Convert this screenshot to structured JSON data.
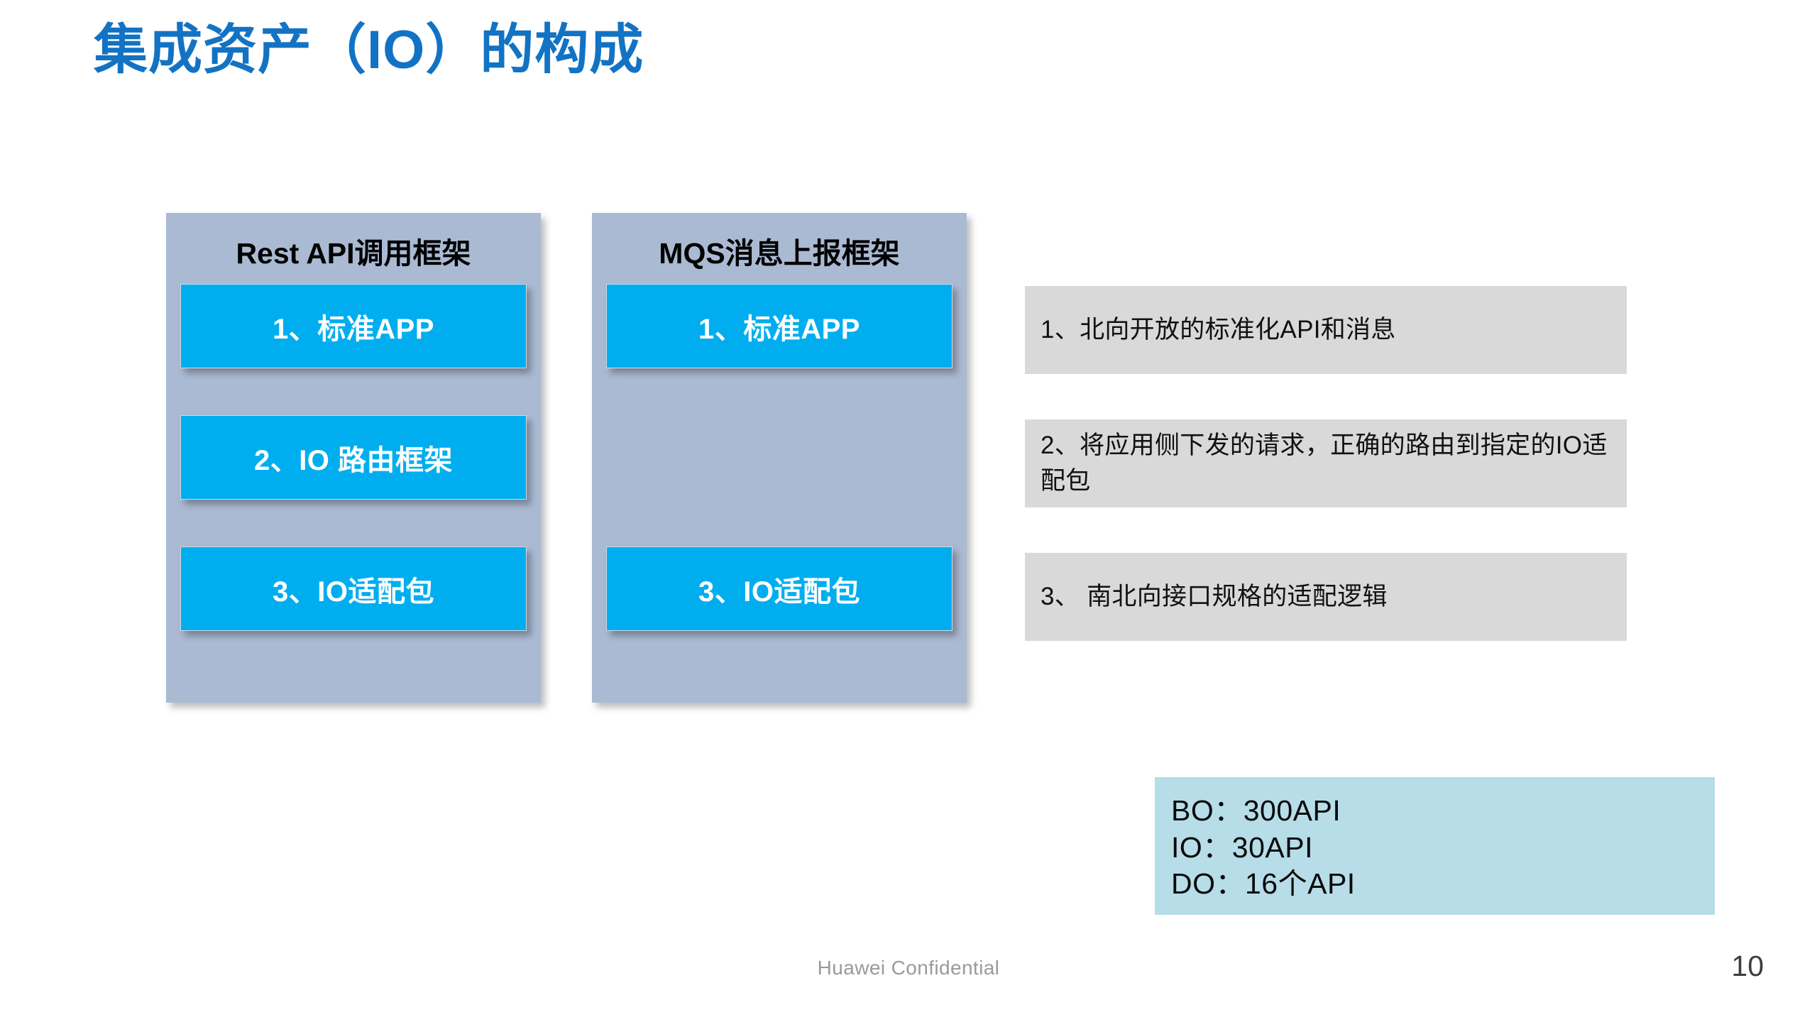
{
  "slide": {
    "title": "集成资产（IO）的构成",
    "page_number": "10",
    "footer": "Huawei Confidential",
    "colors": {
      "title_blue": "#1273c4",
      "panel_gray_blue": "#abbad3",
      "box_cyan": "#00aeef",
      "desc_gray": "#d9d9d9",
      "api_light_blue": "#b6dde8",
      "footer_gray": "#9a9a9a"
    }
  },
  "panels": [
    {
      "title": "Rest API调用框架",
      "items": [
        {
          "slot": 1,
          "label": "1、标准APP"
        },
        {
          "slot": 2,
          "label": "2、IO 路由框架"
        },
        {
          "slot": 3,
          "label": "3、IO适配包"
        }
      ]
    },
    {
      "title": "MQS消息上报框架",
      "items": [
        {
          "slot": 1,
          "label": "1、标准APP"
        },
        {
          "slot": 3,
          "label": "3、IO适配包"
        }
      ]
    }
  ],
  "descriptions": [
    {
      "text": "1、北向开放的标准化API和消息"
    },
    {
      "text": "2、将应用侧下发的请求，正确的路由到指定的IO适配包"
    },
    {
      "text": "3、 南北向接口规格的适配逻辑"
    }
  ],
  "api_summary": {
    "lines": [
      "BO：300API",
      "IO：30API",
      "DO：16个API"
    ]
  }
}
